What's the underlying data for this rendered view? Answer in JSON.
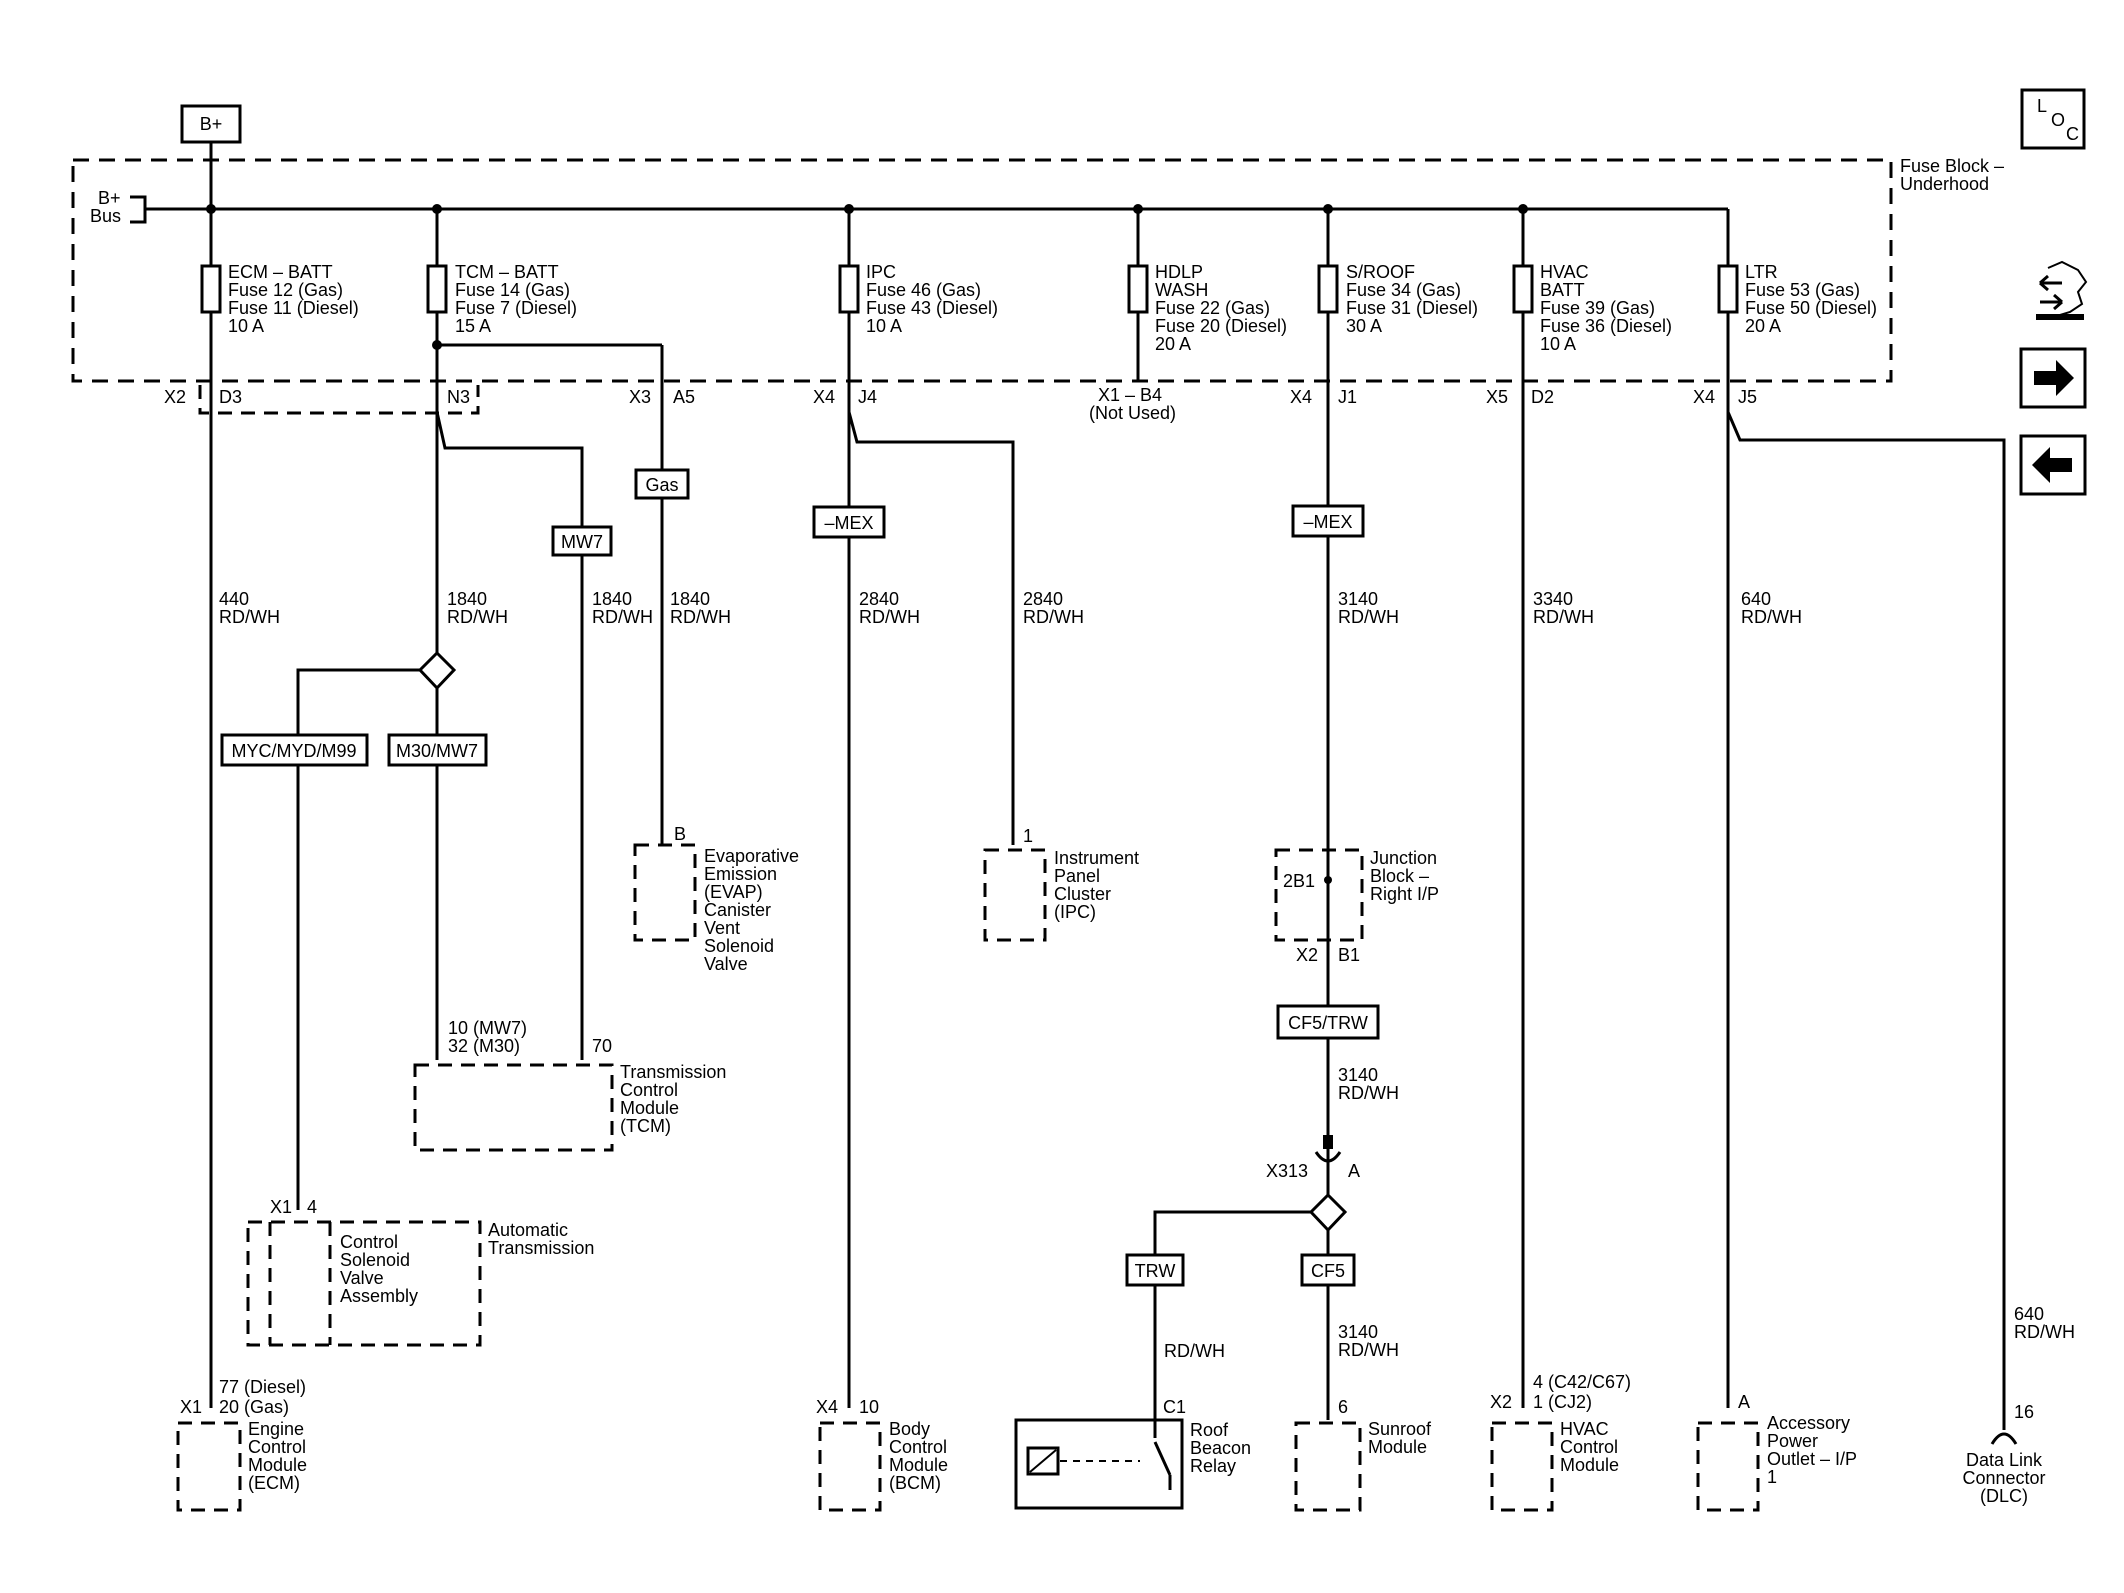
{
  "b_plus": "B+",
  "loc_icon": {
    "l": "L",
    "o": "O",
    "c": "C"
  },
  "fuse_block": {
    "title1": "Fuse Block –",
    "title2": "Underhood",
    "bus1": "B+",
    "bus2": "Bus"
  },
  "fuses": [
    {
      "lines": [
        "ECM – BATT",
        "Fuse 12 (Gas)",
        "Fuse 11 (Diesel)",
        "10 A"
      ]
    },
    {
      "lines": [
        "TCM – BATT",
        "Fuse 14 (Gas)",
        "Fuse 7 (Diesel)",
        "15 A"
      ]
    },
    {
      "lines": [
        "IPC",
        "Fuse 46 (Gas)",
        "Fuse 43 (Diesel)",
        "10 A"
      ]
    },
    {
      "lines": [
        "HDLP",
        "WASH",
        "Fuse 22 (Gas)",
        "Fuse 20 (Diesel)",
        "20 A"
      ]
    },
    {
      "lines": [
        "S/ROOF",
        "Fuse 34 (Gas)",
        "Fuse 31 (Diesel)",
        "30 A"
      ]
    },
    {
      "lines": [
        "HVAC",
        "BATT",
        "Fuse 39 (Gas)",
        "Fuse 36 (Diesel)",
        "10 A"
      ]
    },
    {
      "lines": [
        "LTR",
        "Fuse 53 (Gas)",
        "Fuse 50 (Diesel)",
        "20 A"
      ]
    }
  ],
  "connectors": {
    "x2": "X2",
    "d3": "D3",
    "n3": "N3",
    "x3": "X3",
    "a5": "A5",
    "x4a": "X4",
    "j4": "J4",
    "x1b4": "X1 – B4",
    "not_used": "(Not Used)",
    "x4b": "X4",
    "j1": "J1",
    "x5": "X5",
    "d2": "D2",
    "x4c": "X4",
    "j5": "J5"
  },
  "option_boxes": {
    "gas": "Gas",
    "mw7": "MW7",
    "mex1": "–MEX",
    "mex2": "–MEX",
    "myc": "MYC/MYD/M99",
    "m30": "M30/MW7",
    "cf5trw": "CF5/TRW",
    "trw": "TRW",
    "cf5": "CF5"
  },
  "circuits": [
    {
      "num": "440",
      "color": "RD/WH"
    },
    {
      "num": "1840",
      "color": "RD/WH"
    },
    {
      "num": "1840",
      "color": "RD/WH"
    },
    {
      "num": "1840",
      "color": "RD/WH"
    },
    {
      "num": "2840",
      "color": "RD/WH"
    },
    {
      "num": "2840",
      "color": "RD/WH"
    },
    {
      "num": "3140",
      "color": "RD/WH"
    },
    {
      "num": "3340",
      "color": "RD/WH"
    },
    {
      "num": "640",
      "color": "RD/WH"
    },
    {
      "num": "3140",
      "color": "RD/WH"
    },
    {
      "num": "3140",
      "color": "RD/WH"
    },
    {
      "num": "",
      "color": "RD/WH"
    },
    {
      "num": "640",
      "color": "RD/WH"
    }
  ],
  "components": {
    "evap": {
      "pin": "B",
      "lines": [
        "Evaporative",
        "Emission",
        "(EVAP)",
        "Canister",
        "Vent",
        "Solenoid",
        "Valve"
      ]
    },
    "ipc": {
      "pin": "1",
      "lines": [
        "Instrument",
        "Panel",
        "Cluster",
        "(IPC)"
      ]
    },
    "junction": {
      "pin": "2B1",
      "lines": [
        "Junction",
        "Block –",
        "Right I/P"
      ],
      "conn": "X2",
      "conn_pin": "B1"
    },
    "tcm": {
      "pin1": "10 (MW7)",
      "pin2": "32 (M30)",
      "pin3": "70",
      "lines": [
        "Transmission",
        "Control",
        "Module",
        "(TCM)"
      ]
    },
    "auto_trans": {
      "conn": "X1",
      "pin": "4",
      "inner": [
        "Control",
        "Solenoid",
        "Valve",
        "Assembly"
      ],
      "lines": [
        "Automatic",
        "Transmission"
      ]
    },
    "x313": {
      "conn": "X313",
      "pin": "A"
    },
    "ecm": {
      "conn": "X1",
      "pin1": "77 (Diesel)",
      "pin2": "20 (Gas)",
      "lines": [
        "Engine",
        "Control",
        "Module",
        "(ECM)"
      ]
    },
    "bcm": {
      "conn": "X4",
      "pin": "10",
      "lines": [
        "Body",
        "Control",
        "Module",
        "(BCM)"
      ]
    },
    "relay": {
      "pin": "C1",
      "lines": [
        "Roof",
        "Beacon",
        "Relay"
      ]
    },
    "sunroof": {
      "pin": "6",
      "lines": [
        "Sunroof",
        "Module"
      ]
    },
    "hvac": {
      "conn": "X2",
      "pin1": "4 (C42/C67)",
      "pin2": "1 (CJ2)",
      "lines": [
        "HVAC",
        "Control",
        "Module"
      ]
    },
    "accessory": {
      "pin": "A",
      "lines": [
        "Accessory",
        "Power",
        "Outlet – I/P",
        "1"
      ]
    },
    "dlc": {
      "pin": "16",
      "lines": [
        "Data Link",
        "Connector",
        "(DLC)"
      ]
    }
  },
  "nav": {
    "icon1": "connector-icon",
    "icon2": "arrow-right-icon",
    "icon3": "arrow-left-icon"
  }
}
